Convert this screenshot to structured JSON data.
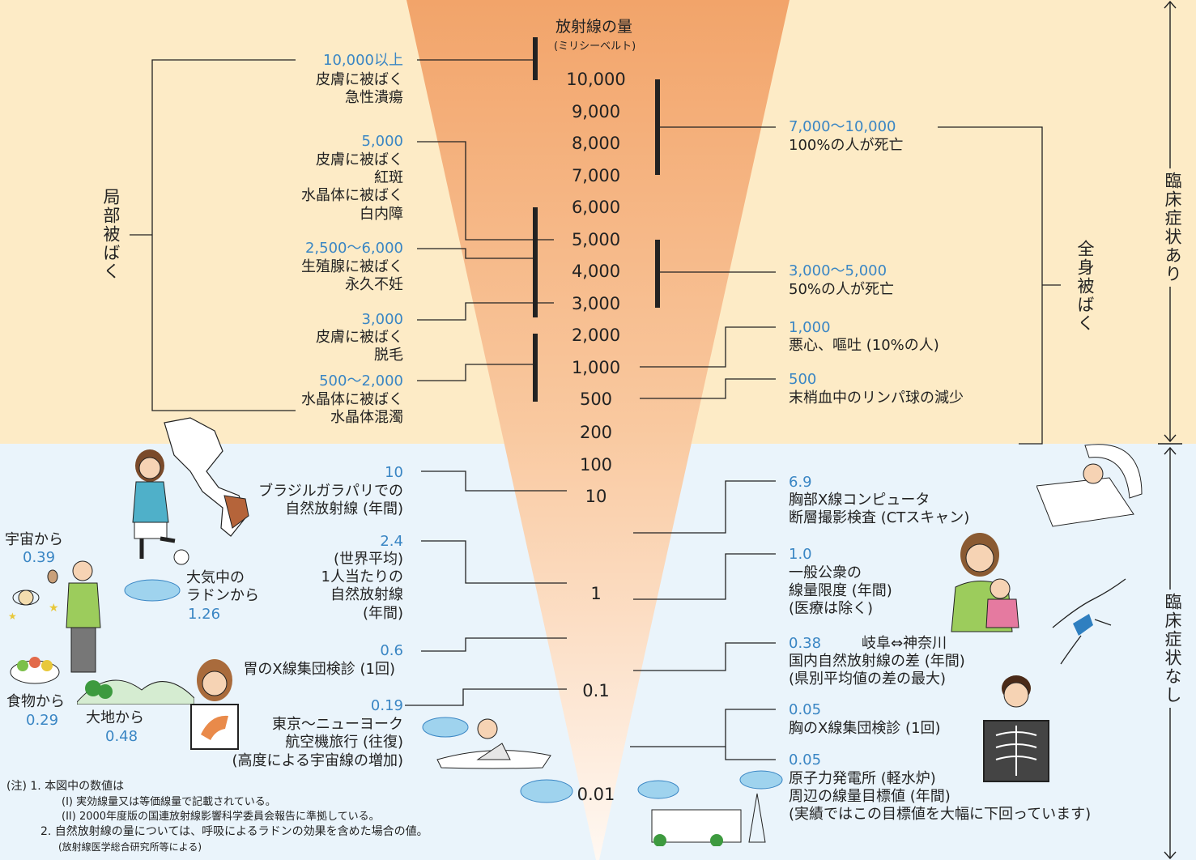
{
  "header": {
    "title": "放射線の量",
    "unit": "(ミリシーベルト)"
  },
  "scale_ticks": [
    "10,000",
    "9,000",
    "8,000",
    "7,000",
    "6,000",
    "5,000",
    "4,000",
    "3,000",
    "2,000",
    "1,000",
    "500",
    "200",
    "100",
    "10",
    "1",
    "0.1",
    "0.01"
  ],
  "side_labels": {
    "local": "局部被ばく",
    "whole": "全身被ばく",
    "symptoms_yes": "臨床症状あり",
    "symptoms_no": "臨床症状なし"
  },
  "left_effects": [
    {
      "value": "10,000以上",
      "lines": [
        "皮膚に被ばく",
        "急性潰瘍"
      ]
    },
    {
      "value": "5,000",
      "lines": [
        "皮膚に被ばく",
        "紅斑",
        "水晶体に被ばく",
        "白内障"
      ]
    },
    {
      "value": "2,500〜6,000",
      "lines": [
        "生殖腺に被ばく",
        "永久不妊"
      ]
    },
    {
      "value": "3,000",
      "lines": [
        "皮膚に被ばく",
        "脱毛"
      ]
    },
    {
      "value": "500〜2,000",
      "lines": [
        "水晶体に被ばく",
        "水晶体混濁"
      ]
    }
  ],
  "right_effects": [
    {
      "value": "7,000〜10,000",
      "lines": [
        "100%の人が死亡"
      ]
    },
    {
      "value": "3,000〜5,000",
      "lines": [
        "50%の人が死亡"
      ]
    },
    {
      "value": "1,000",
      "lines": [
        "悪心、嘔吐 (10%の人)"
      ]
    },
    {
      "value": "500",
      "lines": [
        "末梢血中のリンパ球の減少"
      ]
    }
  ],
  "left_examples": [
    {
      "value": "10",
      "lines": [
        "ブラジルガラパリでの",
        "自然放射線 (年間)"
      ]
    },
    {
      "value": "2.4",
      "lines": [
        "(世界平均)",
        "1人当たりの",
        "自然放射線",
        "(年間)"
      ]
    },
    {
      "value": "0.6",
      "lines": [
        "胃のX線集団検診 (1回)"
      ]
    },
    {
      "value": "0.19",
      "lines": [
        "東京〜ニューヨーク",
        "航空機旅行 (往復)",
        "(高度による宇宙線の増加)"
      ]
    }
  ],
  "right_examples": [
    {
      "value": "6.9",
      "lines": [
        "胸部X線コンピュータ",
        "断層撮影検査 (CTスキャン)"
      ]
    },
    {
      "value": "1.0",
      "lines": [
        "一般公衆の",
        "線量限度 (年間)",
        "(医療は除く)"
      ]
    },
    {
      "value": "0.38",
      "extra": "岐阜⇔神奈川",
      "lines": [
        "国内自然放射線の差 (年間)",
        "(県別平均値の差の最大)"
      ]
    },
    {
      "value": "0.05",
      "lines": [
        "胸のX線集団検診 (1回)"
      ]
    },
    {
      "value": "0.05",
      "lines": [
        "原子力発電所 (軽水炉)",
        "周辺の線量目標値 (年間)",
        "(実績ではこの目標値を大幅に下回っています)"
      ]
    }
  ],
  "natural_sources": {
    "space": {
      "label": "宇宙から",
      "value": "0.39"
    },
    "radon": {
      "label1": "大気中の",
      "label2": "ラドンから",
      "value": "1.26"
    },
    "food": {
      "label": "食物から",
      "value": "0.29"
    },
    "ground": {
      "label": "大地から",
      "value": "0.48"
    }
  },
  "notes": [
    "(注) 1. 本図中の数値は",
    "(I) 実効線量又は等価線量で記載されている。",
    "(II) 2000年度版の国連放射線影響科学委員会報告に準拠している。",
    "2. 自然放射線の量については、呼吸によるラドンの効果を含めた場合の値。",
    "(放射線医学総合研究所等による)"
  ],
  "colors": {
    "value_blue": "#3a86c4",
    "top_band": "#fdebc6",
    "bottom_band": "#eaf4fb",
    "funnel_top": "#f2a46a"
  }
}
